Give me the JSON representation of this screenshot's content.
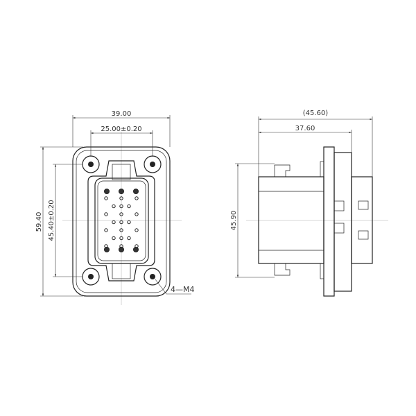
{
  "front_view": {
    "dim_width": "39.00",
    "dim_hole_spacing_x": "25.00±0.20",
    "dim_height": "59.40",
    "dim_hole_spacing_y": "45.40±0.20",
    "hole_callout": "4—M4"
  },
  "side_view": {
    "dim_total_length": "(45.60)",
    "dim_length": "37.60",
    "dim_body_height": "45.90"
  }
}
